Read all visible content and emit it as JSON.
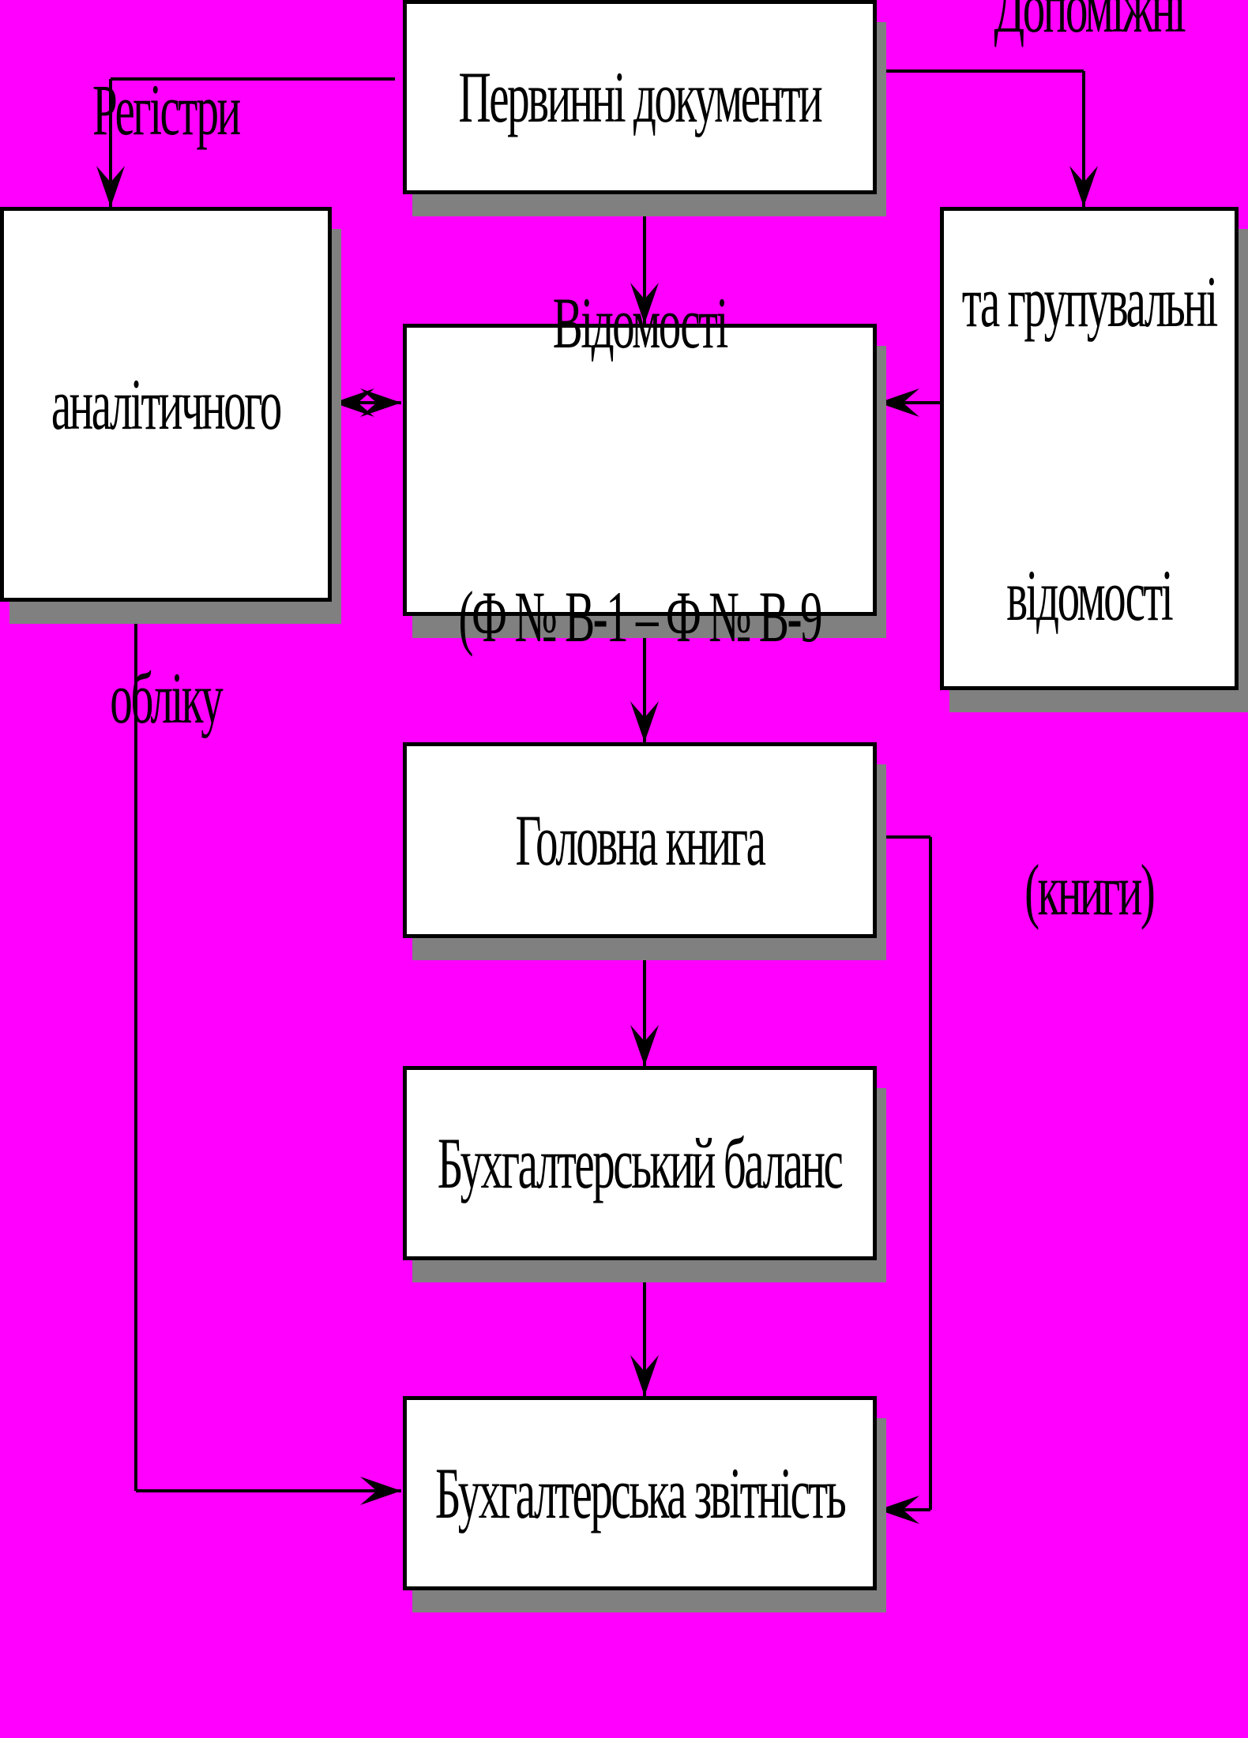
{
  "colors": {
    "background": "#FF00FF",
    "box_fill": "#FFFFFF",
    "box_border": "#000000",
    "shadow": "#808080",
    "connector": "#000000"
  },
  "nodes": {
    "primary_documents": {
      "lines": [
        "Первинні документи"
      ]
    },
    "analytical_registers": {
      "lines": [
        "Регістри",
        "аналітичного",
        "обліку"
      ]
    },
    "statements": {
      "lines": [
        "Відомості",
        "(Ф № В-1 – Ф № В-9"
      ]
    },
    "auxiliary_statements": {
      "lines": [
        "Допоміжні",
        "та групувальні",
        "відомості",
        "(книги)"
      ]
    },
    "general_ledger": {
      "lines": [
        "Головна книга"
      ]
    },
    "balance_sheet": {
      "lines": [
        "Бухгалтерський баланс"
      ]
    },
    "financial_reporting": {
      "lines": [
        "Бухгалтерська звітність"
      ]
    }
  },
  "edges": [
    {
      "from": "primary_documents",
      "to": "analytical_registers"
    },
    {
      "from": "primary_documents",
      "to": "auxiliary_statements"
    },
    {
      "from": "primary_documents",
      "to": "statements"
    },
    {
      "from": "analytical_registers",
      "to": "statements",
      "bidirectional": true
    },
    {
      "from": "auxiliary_statements",
      "to": "statements"
    },
    {
      "from": "statements",
      "to": "general_ledger"
    },
    {
      "from": "general_ledger",
      "to": "balance_sheet"
    },
    {
      "from": "balance_sheet",
      "to": "financial_reporting"
    },
    {
      "from": "general_ledger",
      "to": "financial_reporting"
    },
    {
      "from": "analytical_registers",
      "to": "financial_reporting"
    }
  ]
}
